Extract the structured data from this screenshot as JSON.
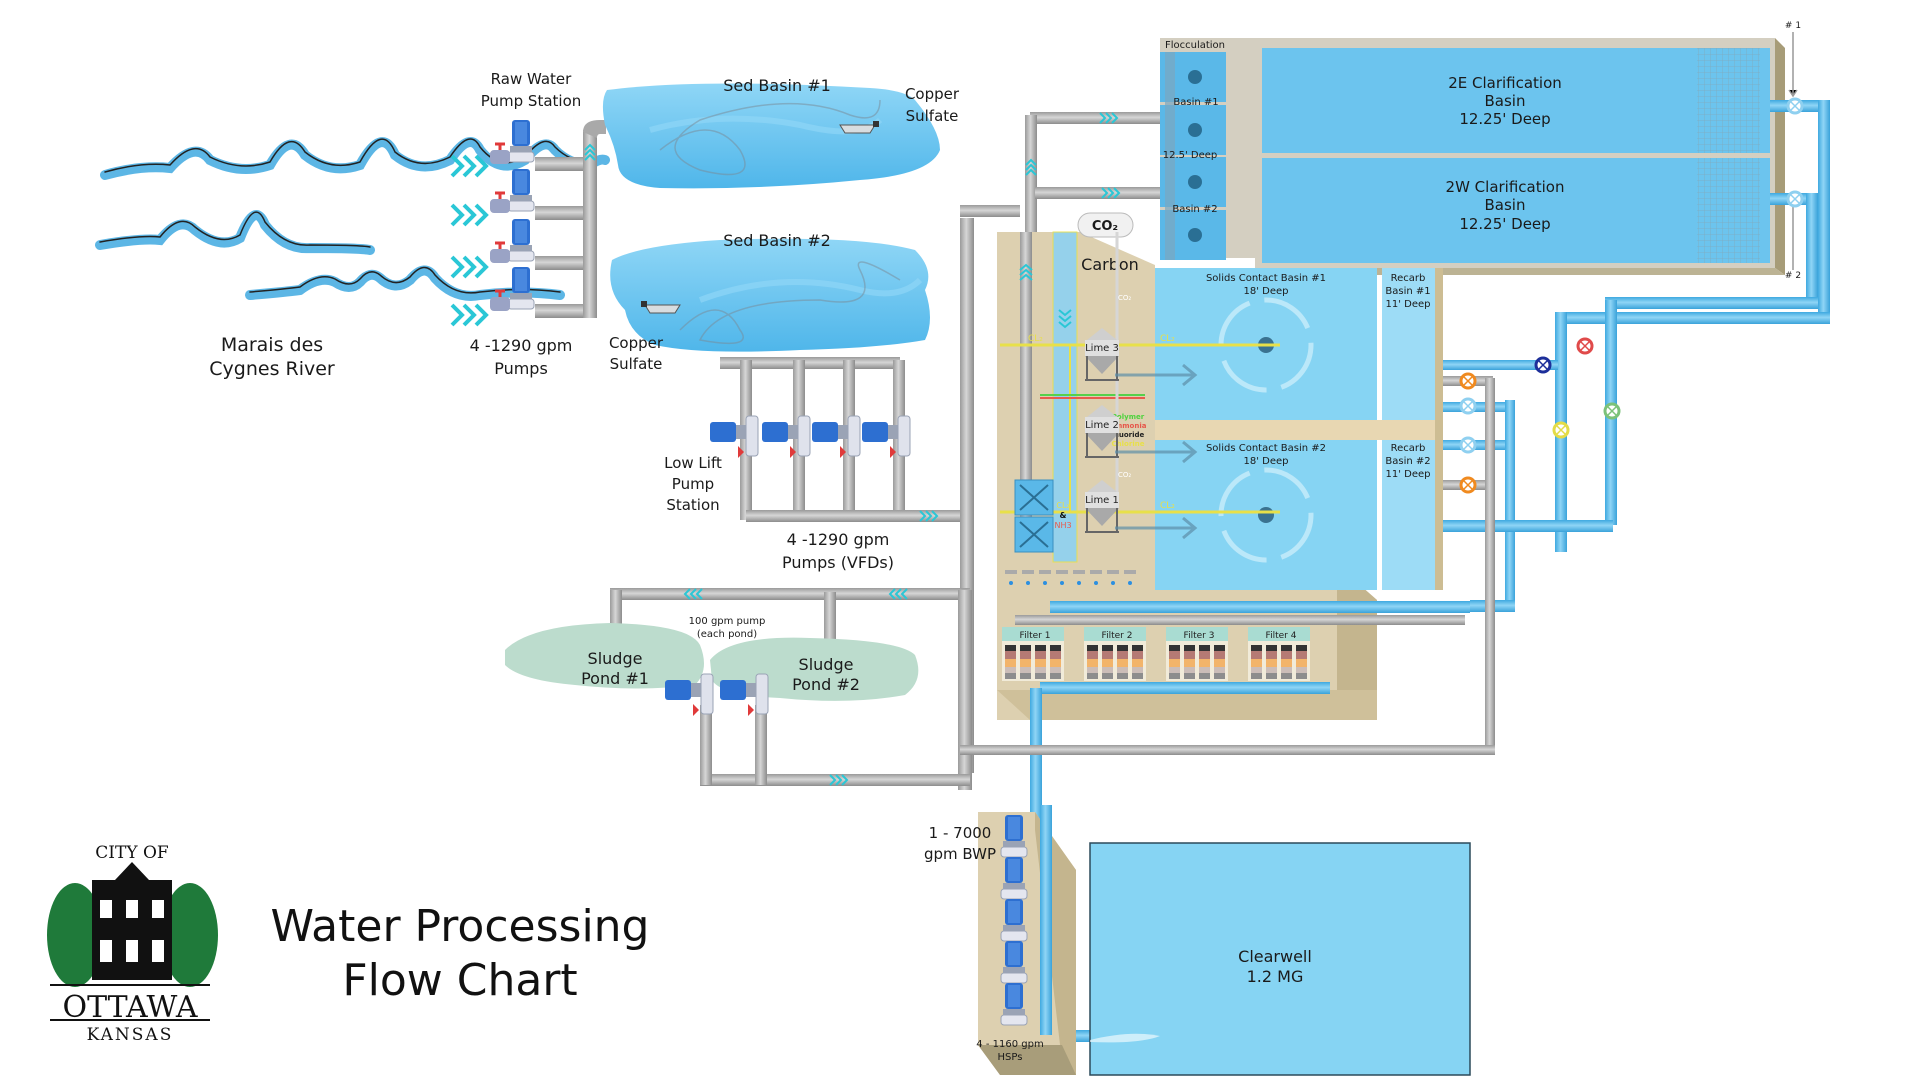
{
  "title": {
    "line1": "Water Processing",
    "line2": "Flow Chart"
  },
  "logo": {
    "top": "CITY OF",
    "name": "OTTAWA",
    "state": "KANSAS"
  },
  "colors": {
    "water": "#5cbcec",
    "water_light": "#86d4f3",
    "pipe_gray": "#b5b5b5",
    "pipe_blue": "#5dbde9",
    "concrete": "#ddd0b0",
    "concrete_dark": "#b9ab85",
    "flow_arrow": "#2ac7d6",
    "sludge": "#bfdcce",
    "pump_blue": "#2d6fd1",
    "valve_red": "#e03a3a",
    "chem_yellow": "#e8e049",
    "chem_red": "#e65b4e",
    "chem_green": "#56d04b"
  },
  "river": {
    "label_line1": "Marais des",
    "label_line2": "Cygnes River"
  },
  "raw_pump": {
    "title_line1": "Raw Water",
    "title_line2": "Pump Station",
    "caption_line1": "4 -1290 gpm",
    "caption_line2": "Pumps",
    "count": 4
  },
  "sed_basins": [
    {
      "label": "Sed Basin #1",
      "chem_line1": "Copper",
      "chem_line2": "Sulfate"
    },
    {
      "label": "Sed Basin #2",
      "chem_line1": "Copper",
      "chem_line2": "Sulfate"
    }
  ],
  "low_lift": {
    "title_line1": "Low Lift",
    "title_line2": "Pump",
    "title_line3": "Station",
    "caption_line1": "4 -1290 gpm",
    "caption_line2": "Pumps (VFDs)",
    "count": 4
  },
  "sludge": {
    "pump_line1": "100 gpm pump",
    "pump_line2": "(each pond)",
    "ponds": [
      {
        "line1": "Sludge",
        "line2": "Pond #1"
      },
      {
        "line1": "Sludge",
        "line2": "Pond #2"
      }
    ]
  },
  "flocculation": {
    "title": "Flocculation",
    "basin1": "Basin #1",
    "depth": "12.5' Deep",
    "basin2": "Basin #2"
  },
  "clarification": [
    {
      "line1": "2E Clarification",
      "line2": "Basin",
      "line3": "12.25' Deep",
      "marker": "# 1"
    },
    {
      "line1": "2W Clarification",
      "line2": "Basin",
      "line3": "12.25' Deep",
      "marker": "# 2"
    }
  ],
  "chemicals": {
    "co2_tank": "CO₂",
    "carbon": "Carbon",
    "co2": "CO₂",
    "cl2": "CL₂",
    "cl2_nh3_line1": "CL₂",
    "cl2_nh3_amp": "&",
    "cl2_nh3_line2": "NH3",
    "legend": [
      {
        "name": "Polymer",
        "color": "#4fd23e"
      },
      {
        "name": "Ammonia",
        "color": "#e6574a"
      },
      {
        "name": "Fluoride",
        "color": "#222222"
      },
      {
        "name": "Chlorine",
        "color": "#e8e049"
      }
    ],
    "lime": [
      "Lime 3",
      "Lime 2",
      "Lime 1"
    ]
  },
  "solids_contact": [
    {
      "line1": "Solids Contact Basin #1",
      "line2": "18' Deep"
    },
    {
      "line1": "Solids Contact Basin #2",
      "line2": "18' Deep"
    }
  ],
  "recarb": [
    {
      "line1": "Recarb",
      "line2": "Basin #1",
      "line3": "11' Deep"
    },
    {
      "line1": "Recarb",
      "line2": "Basin #2",
      "line3": "11' Deep"
    }
  ],
  "filters": [
    "Filter 1",
    "Filter 2",
    "Filter 3",
    "Filter 4"
  ],
  "high_service": {
    "bwp_line1": "1 - 7000",
    "bwp_line2": "gpm BWP",
    "hsp_line1": "4 - 1160 gpm",
    "hsp_line2": "HSPs",
    "pump_count": 5
  },
  "clearwell": {
    "line1": "Clearwell",
    "line2": "1.2 MG"
  },
  "valves": [
    {
      "color": "#f08a1f"
    },
    {
      "color": "#8fd0f0"
    },
    {
      "color": "#8fd0f0"
    },
    {
      "color": "#f08a1f"
    },
    {
      "color": "#1d2f9a"
    },
    {
      "color": "#e04a4a"
    },
    {
      "color": "#e3dc48"
    },
    {
      "color": "#7cc27a"
    }
  ]
}
